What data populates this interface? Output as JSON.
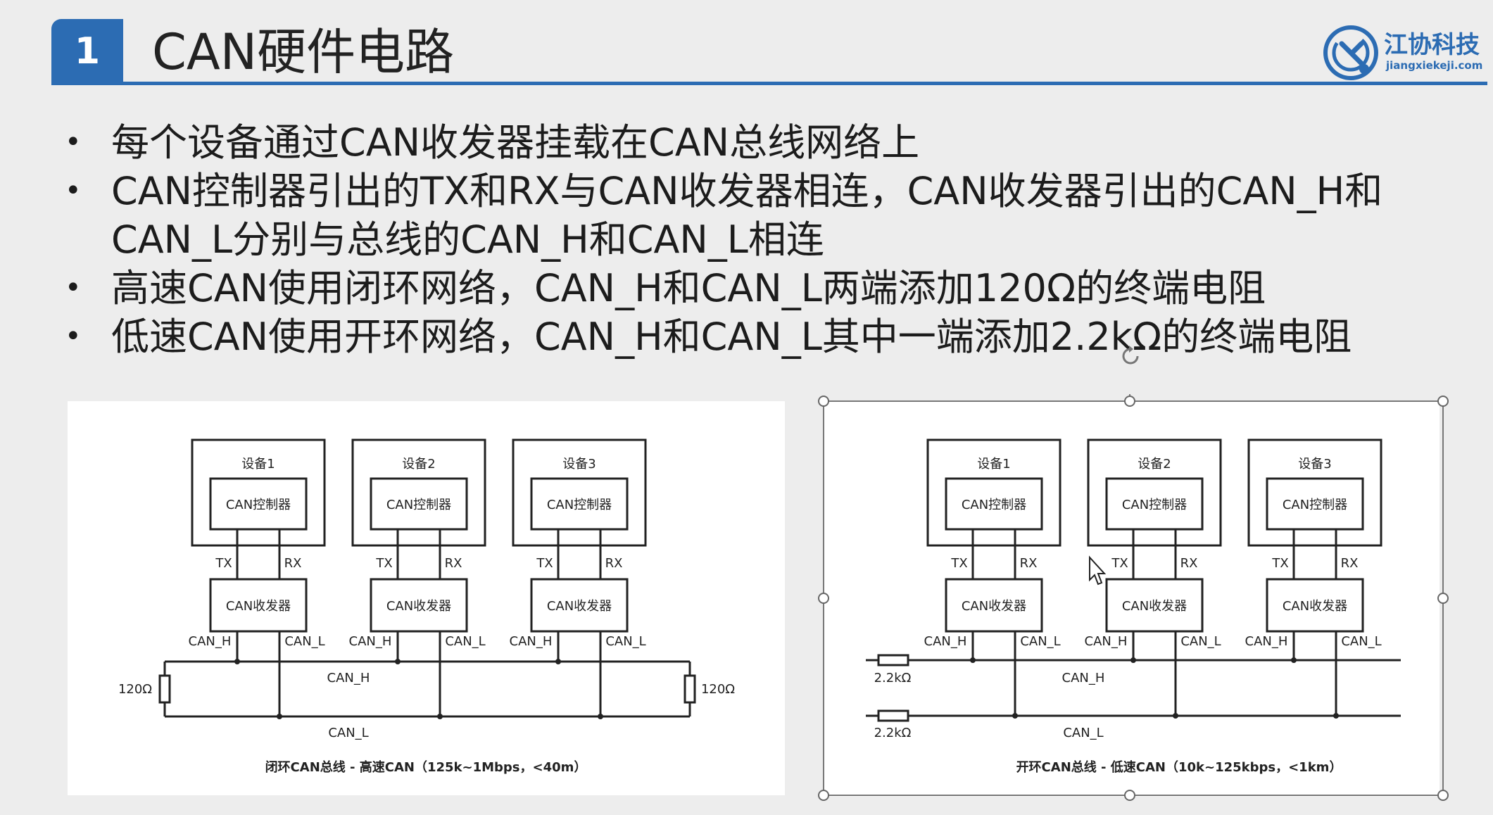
{
  "header": {
    "section_number": "1",
    "title": "CAN硬件电路",
    "logo_text": "江协科技",
    "logo_url": "jiangxiekeji.com"
  },
  "bullets": [
    {
      "text": "每个设备通过CAN收发器挂载在CAN总线网络上"
    },
    {
      "text": "CAN控制器引出的TX和RX与CAN收发器相连，CAN收发器引出的CAN_H和CAN_L分别与总线的CAN_H和CAN_L相连"
    },
    {
      "text": "高速CAN使用闭环网络，CAN_H和CAN_L两端添加120Ω的终端电阻"
    },
    {
      "text": "低速CAN使用开环网络，CAN_H和CAN_L其中一端添加2.2kΩ的终端电阻"
    }
  ],
  "left_diagram": {
    "devices": [
      {
        "name": "设备1",
        "controller": "CAN控制器",
        "transceiver": "CAN收发器"
      },
      {
        "name": "设备2",
        "controller": "CAN控制器",
        "transceiver": "CAN收发器"
      },
      {
        "name": "设备3",
        "controller": "CAN控制器",
        "transceiver": "CAN收发器"
      }
    ],
    "tx": "TX",
    "rx": "RX",
    "pin_h": "CAN_H",
    "pin_l": "CAN_L",
    "bus_h": "CAN_H",
    "bus_l": "CAN_L",
    "resistor_left": "120Ω",
    "resistor_right": "120Ω",
    "caption": "闭环CAN总线 - 高速CAN（125k~1Mbps，<40m）"
  },
  "right_diagram": {
    "devices": [
      {
        "name": "设备1",
        "controller": "CAN控制器",
        "transceiver": "CAN收发器"
      },
      {
        "name": "设备2",
        "controller": "CAN控制器",
        "transceiver": "CAN收发器"
      },
      {
        "name": "设备3",
        "controller": "CAN控制器",
        "transceiver": "CAN收发器"
      }
    ],
    "tx": "TX",
    "rx": "RX",
    "pin_h": "CAN_H",
    "pin_l": "CAN_L",
    "bus_h": "CAN_H",
    "bus_l": "CAN_L",
    "resistor_top": "2.2kΩ",
    "resistor_bottom": "2.2kΩ",
    "caption": "开环CAN总线 - 低速CAN（10k~125kbps，<1km）"
  }
}
